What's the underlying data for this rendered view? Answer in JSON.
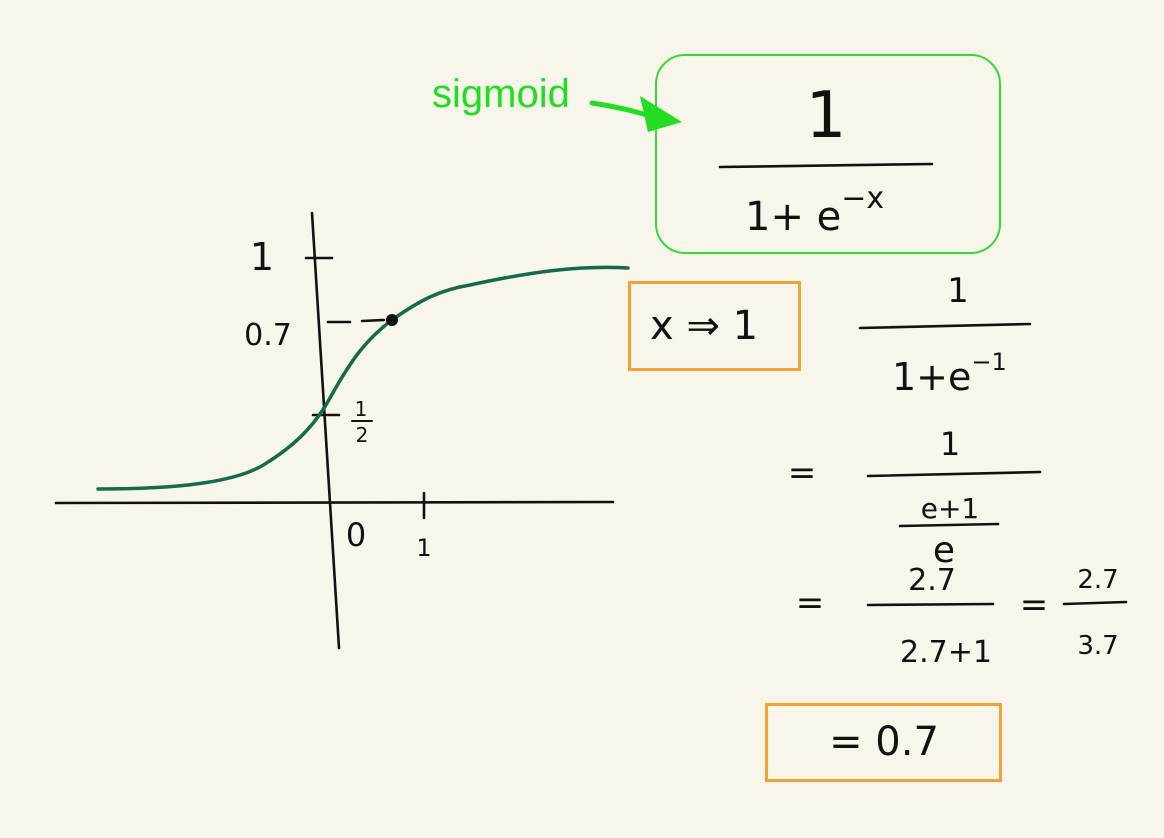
{
  "colors": {
    "background": "#f8f6ea",
    "ink": "#111111",
    "curve": "#136b4a",
    "green": "#22dd22",
    "orange": "#f0a236"
  },
  "labels": {
    "sigmoid": "sigmoid"
  },
  "formula": {
    "numerator": "1",
    "denominator_base": "1+ e",
    "denominator_exp": "−x"
  },
  "graph": {
    "y_tick_one": "1",
    "y_tick_point7": "0.7",
    "half_num": "1",
    "half_den": "2",
    "x_origin": "0",
    "x_tick_one": "1"
  },
  "steps": {
    "input": "x ⇒ 1",
    "step1_num": "1",
    "step1_den_base": "1+e",
    "step1_den_exp": "−1",
    "eq": "=",
    "step2_num": "1",
    "step2_den_num": "e+1",
    "step2_den_den": "e",
    "step3_num": "2.7",
    "step3_den": "2.7+1",
    "step3b_num": "2.7",
    "step3b_den": "3.7",
    "result": "= 0.7"
  }
}
